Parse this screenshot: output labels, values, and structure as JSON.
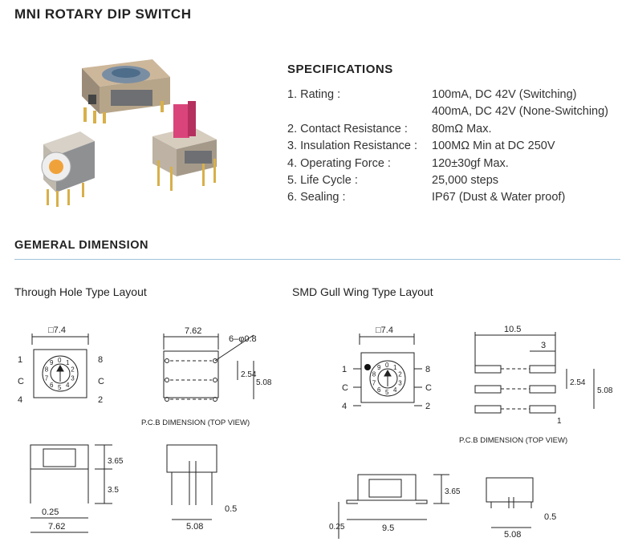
{
  "title": "MNI ROTARY DIP SWITCH",
  "specifications": {
    "heading": "SPECIFICATIONS",
    "items": [
      {
        "label": "1. Rating :",
        "value": "100mA, DC 42V (Switching)"
      },
      {
        "label": "",
        "value": "400mA, DC 42V (None-Switching)"
      },
      {
        "label": "2. Contact Resistance :",
        "value": "80mΩ Max."
      },
      {
        "label": "3. Insulation Resistance :",
        "value": "100MΩ Min at DC 250V"
      },
      {
        "label": "4. Operating Force :",
        "value": "120±30gf Max."
      },
      {
        "label": "5. Life Cycle :",
        "value": "25,000 steps"
      },
      {
        "label": "6. Sealing :",
        "value": "IP67 (Dust & Water proof)"
      }
    ]
  },
  "dimension": {
    "heading": "GEMERAL DIMENSION",
    "through_hole": {
      "title": "Through Hole Type Layout",
      "square": "□7.4",
      "pin_1": "1",
      "pin_8": "8",
      "pin_c": "C",
      "pin_4": "4",
      "pin_2": "2",
      "dial_digits": [
        "0",
        "1",
        "2",
        "3",
        "4",
        "5",
        "6",
        "7",
        "8",
        "9"
      ],
      "pcb_width": "7.62",
      "pcb_holes": "6–φ0.8",
      "pcb_pitch": "2.54",
      "pcb_height": "5.08",
      "pcb_caption": "P.C.B DIMENSION (TOP VIEW)",
      "side_h1": "3.65",
      "side_h2": "3.5",
      "side_t": "0.25",
      "side_w": "7.62",
      "front_t": "0.5",
      "front_w": "5.08"
    },
    "smd": {
      "title": "SMD Gull Wing Type Layout",
      "square": "□7.4",
      "pin_1": "1",
      "pin_8": "8",
      "pin_c": "C",
      "pin_4": "4",
      "pin_2": "2",
      "pcb_width": "10.5",
      "pcb_pad": "3",
      "pcb_pitch": "2.54",
      "pcb_height": "5.08",
      "pcb_pad_w": "1",
      "pcb_caption": "P.C.B DIMENSION (TOP VIEW)",
      "side_h": "3.65",
      "side_t": "0.25",
      "side_w": "9.5",
      "front_t": "0.5",
      "front_w": "5.08"
    }
  },
  "colors": {
    "accent_rule": "#9fc3d9",
    "actuator_pink": "#d9457a",
    "dial_orange": "#f0a23a",
    "dial_blue": "#4d6d8a"
  }
}
